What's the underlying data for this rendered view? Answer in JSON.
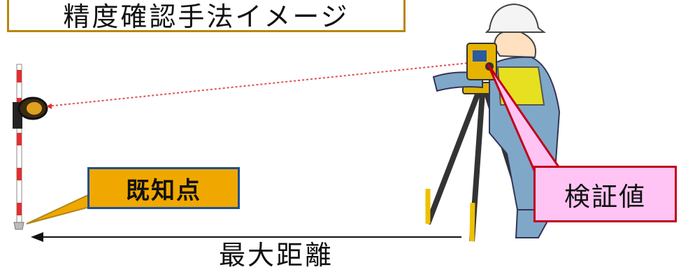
{
  "title": "精度確認手法イメージ",
  "callouts": {
    "known_point": "既知点",
    "verification_value": "検証値"
  },
  "distance_label": "最大距離",
  "colors": {
    "title_border": "#b8860b",
    "known_point_fill": "#f0a800",
    "known_point_border": "#1d4f91",
    "verification_fill": "#ffc4f4",
    "verification_border": "#c0001a",
    "laser": "#e05050"
  },
  "icons": [
    "prism-pole-icon",
    "surveyor-icon",
    "total-station-icon",
    "tripod-icon",
    "arrow-left-icon"
  ]
}
